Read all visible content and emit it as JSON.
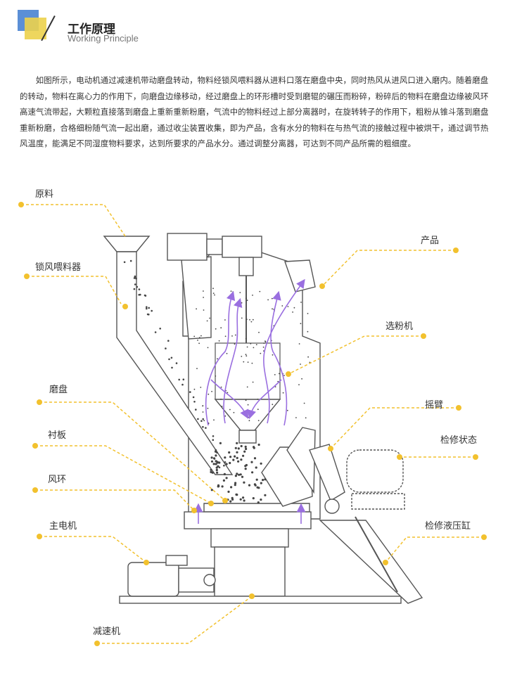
{
  "header": {
    "title_cn": "工作原理",
    "title_en": "Working Principle"
  },
  "intro": "如图所示，电动机通过减速机带动磨盘转动，物料经锁风喂料器从进料口落在磨盘中央，同时热风从进风口进入磨内。随着磨盘的转动，物料在离心力的作用下，向磨盘边缘移动，经过磨盘上的环形槽时受到磨辊的碾压而粉碎，粉碎后的物料在磨盘边缘被风环高速气流带起，大颗粒直接落到磨盘上重新重新粉磨，气流中的物料经过上部分离器时，在旋转转子的作用下，粗粉从锥斗落到磨盘重新粉磨，合格细粉随气流一起出磨，通过收尘装置收集，即为产品，含有水分的物料在与热气流的接触过程中被烘干，通过调节热风温度，能满足不同湿度物料要求，达到所要求的产品水分。通过调整分离器，可达到不同产品所需的粗细度。",
  "labels": {
    "raw_material": "原料",
    "airlock_feeder": "锁风喂料器",
    "grinding_table": "磨盘",
    "liner": "衬板",
    "wind_ring": "风环",
    "main_motor": "主电机",
    "reducer": "减速机",
    "product": "产品",
    "separator": "选粉机",
    "rocker_arm": "摇臂",
    "maintenance_state": "检修状态",
    "maintenance_cylinder": "检修液压缸"
  },
  "colors": {
    "leader": "#f2c12e",
    "airflow": "#9a6fe0",
    "logo_blue": "#5b8fd6",
    "logo_yellow": "#ecd24c"
  }
}
